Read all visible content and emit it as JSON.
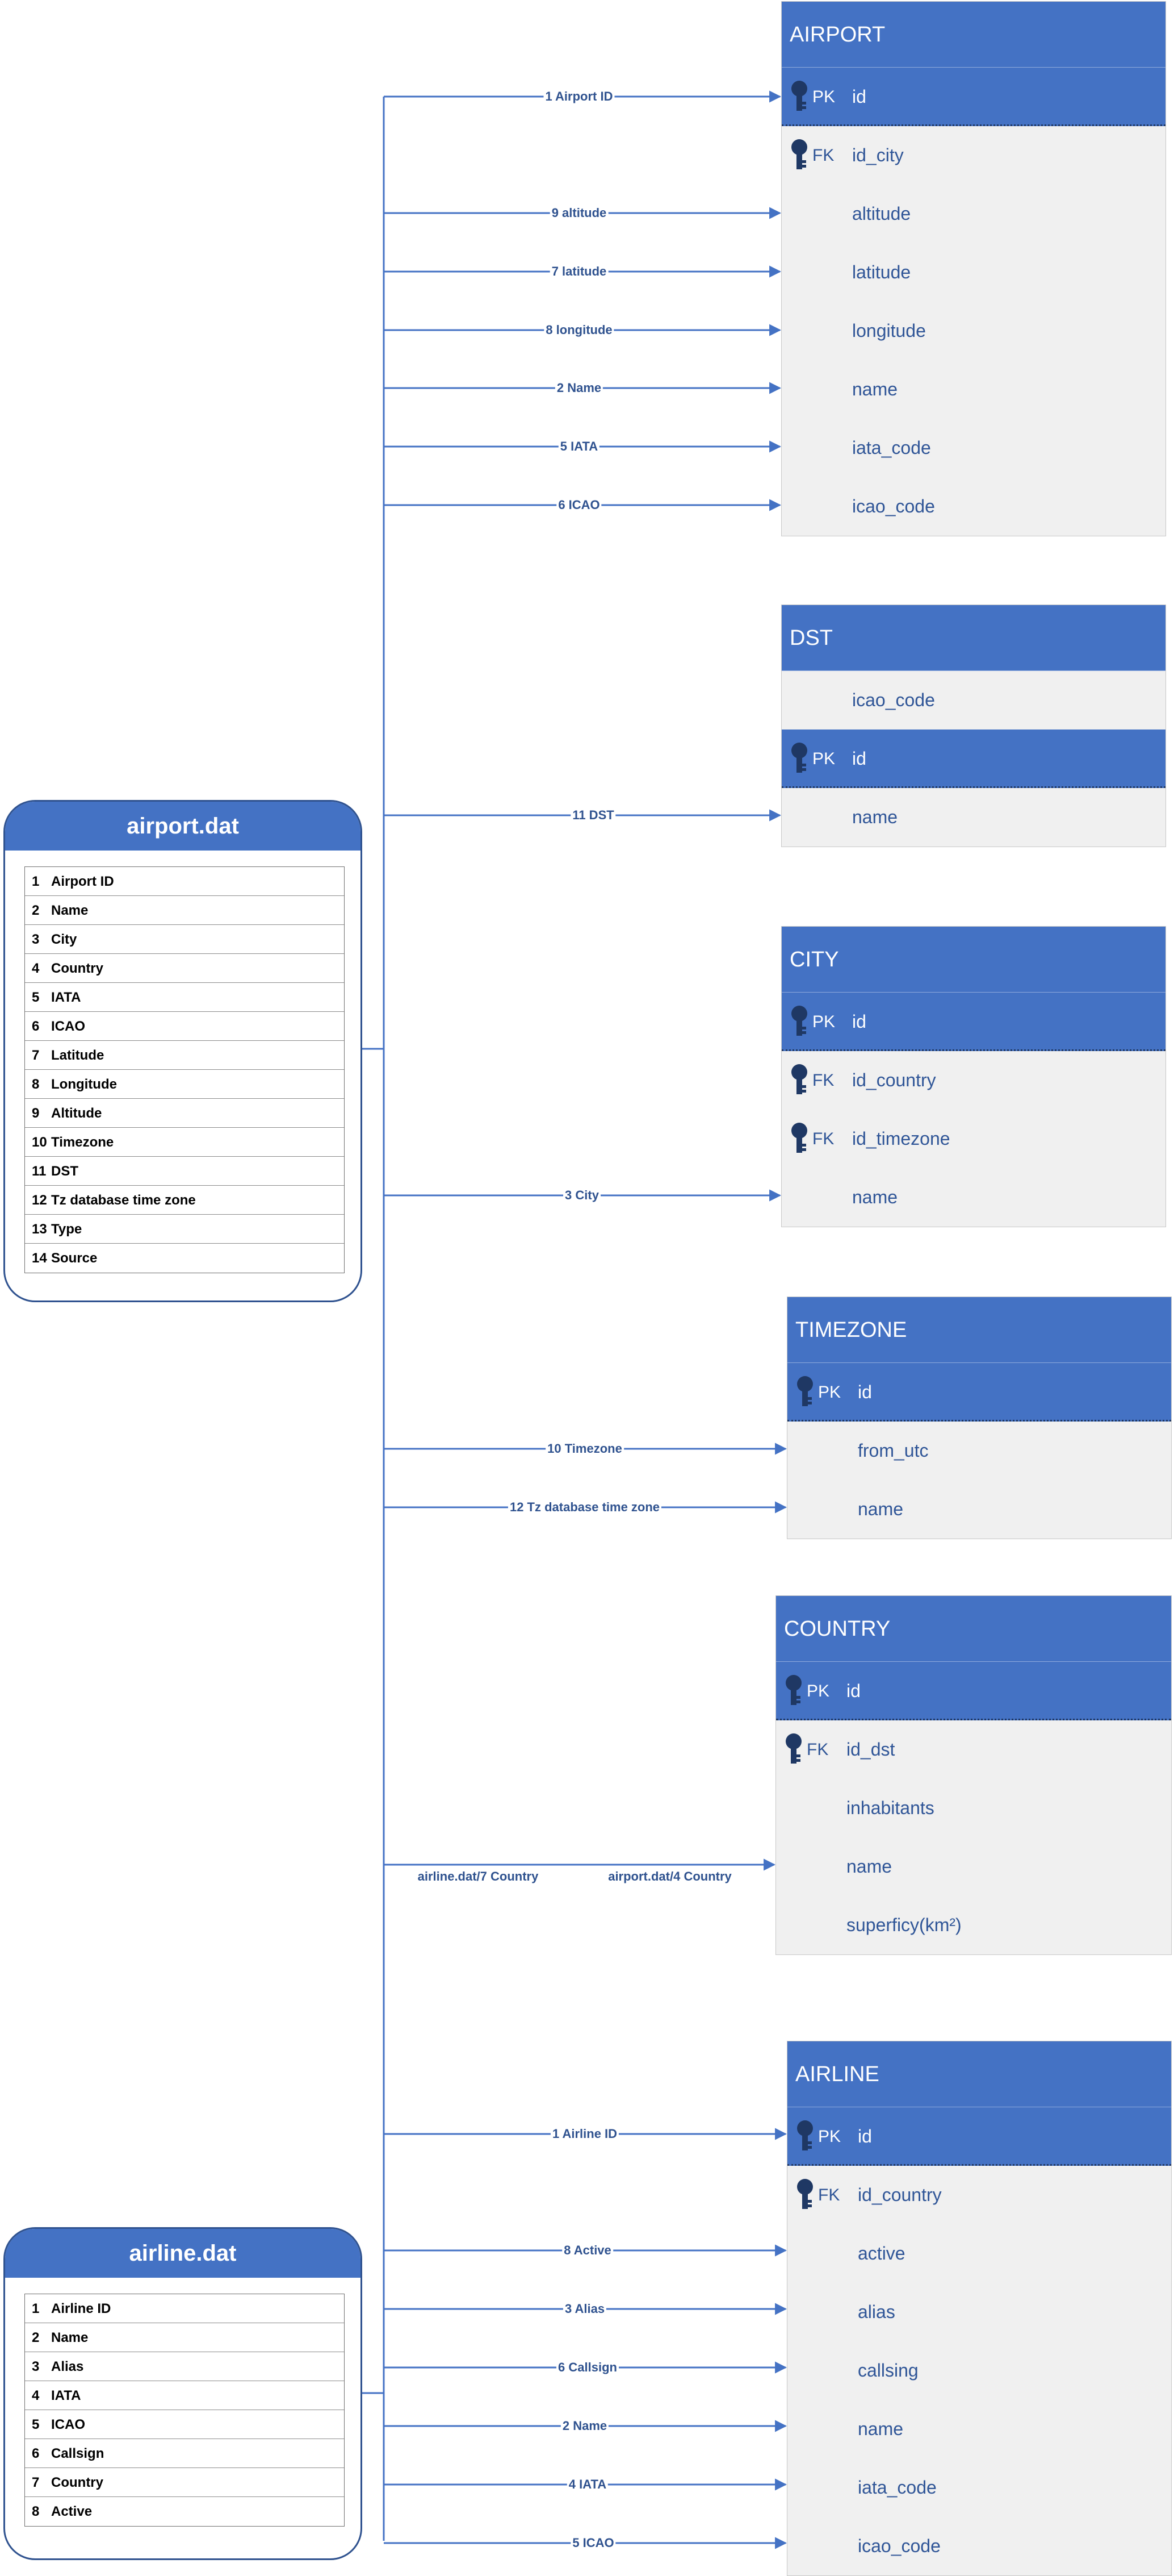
{
  "sources": {
    "airport": {
      "title": "airport.dat",
      "fields": [
        "Airport ID",
        "Name",
        "City",
        "Country",
        "IATA",
        "ICAO",
        "Latitude",
        "Longitude",
        "Altitude",
        "Timezone",
        "DST",
        "Tz database time zone",
        "Type",
        "Source"
      ],
      "numbers": [
        "1",
        "2",
        "3",
        "4",
        "5",
        "6",
        "7",
        "8",
        "9",
        "10",
        "11",
        "12",
        "13",
        "14"
      ]
    },
    "airline": {
      "title": "airline.dat",
      "fields": [
        "Airline ID",
        "Name",
        "Alias",
        "IATA",
        "ICAO",
        "Callsign",
        "Country",
        "Active"
      ],
      "numbers": [
        "1",
        "2",
        "3",
        "4",
        "5",
        "6",
        "7",
        "8"
      ]
    }
  },
  "entities": {
    "airport": {
      "title": "AIRPORT",
      "rows": [
        {
          "key": "PK",
          "name": "id"
        },
        {
          "key": "FK",
          "name": "id_city"
        },
        {
          "key": "",
          "name": "altitude"
        },
        {
          "key": "",
          "name": "latitude"
        },
        {
          "key": "",
          "name": "longitude"
        },
        {
          "key": "",
          "name": "name"
        },
        {
          "key": "",
          "name": "iata_code"
        },
        {
          "key": "",
          "name": "icao_code"
        }
      ]
    },
    "dst": {
      "title": "DST",
      "rows": [
        {
          "key": "",
          "name": "icao_code"
        },
        {
          "key": "PK",
          "name": "id"
        },
        {
          "key": "",
          "name": "name"
        }
      ]
    },
    "city": {
      "title": "CITY",
      "rows": [
        {
          "key": "PK",
          "name": "id"
        },
        {
          "key": "FK",
          "name": "id_country"
        },
        {
          "key": "FK",
          "name": "id_timezone"
        },
        {
          "key": "",
          "name": "name"
        }
      ]
    },
    "timezone": {
      "title": "TIMEZONE",
      "rows": [
        {
          "key": "PK",
          "name": "id"
        },
        {
          "key": "",
          "name": "from_utc"
        },
        {
          "key": "",
          "name": "name"
        }
      ]
    },
    "country": {
      "title": "COUNTRY",
      "rows": [
        {
          "key": "PK",
          "name": "id"
        },
        {
          "key": "FK",
          "name": "id_dst"
        },
        {
          "key": "",
          "name": "inhabitants"
        },
        {
          "key": "",
          "name": "name"
        },
        {
          "key": "",
          "name": "superficy(km²)"
        }
      ]
    },
    "airline": {
      "title": "AIRLINE",
      "rows": [
        {
          "key": "PK",
          "name": "id"
        },
        {
          "key": "FK",
          "name": "id_country"
        },
        {
          "key": "",
          "name": "active"
        },
        {
          "key": "",
          "name": "alias"
        },
        {
          "key": "",
          "name": "callsing"
        },
        {
          "key": "",
          "name": "name"
        },
        {
          "key": "",
          "name": "iata_code"
        },
        {
          "key": "",
          "name": "icao_code"
        }
      ]
    }
  },
  "connections": [
    {
      "label": "1 Airport ID"
    },
    {
      "label": "9 altitude"
    },
    {
      "label": "7 latitude"
    },
    {
      "label": "8 longitude"
    },
    {
      "label": "2 Name"
    },
    {
      "label": "5 IATA"
    },
    {
      "label": "6 ICAO"
    },
    {
      "label": "11 DST"
    },
    {
      "label": "3 City"
    },
    {
      "label": "10 Timezone"
    },
    {
      "label": "12 Tz database time zone"
    },
    {
      "label": "airline.dat/7 Country"
    },
    {
      "label": "airport.dat/4 Country"
    },
    {
      "label": "1 Airline ID"
    },
    {
      "label": "8 Active"
    },
    {
      "label": "3 Alias"
    },
    {
      "label": "6 Callsign"
    },
    {
      "label": "2 Name"
    },
    {
      "label": "4 IATA"
    },
    {
      "label": "5 ICAO"
    }
  ],
  "colors": {
    "accent": "#4472c4",
    "line": "#4472c4",
    "label": "#2f528f",
    "body": "#f0f0f0"
  },
  "icons": {
    "key": "key-icon"
  }
}
